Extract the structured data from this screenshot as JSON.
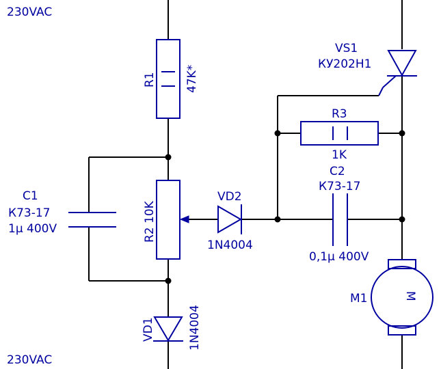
{
  "rails": {
    "top": "230VAC",
    "bottom": "230VAC"
  },
  "r1": {
    "ref": "R1",
    "value": "47K*"
  },
  "r2": {
    "ref": "R2",
    "value": "10K"
  },
  "r3": {
    "ref": "R3",
    "value": "1K"
  },
  "c1": {
    "ref": "C1",
    "type": "К73-17",
    "value": "1µ 400V"
  },
  "c2": {
    "ref": "C2",
    "type": "К73-17",
    "value": "0,1µ 400V"
  },
  "vd1": {
    "ref": "VD1",
    "part": "1N4004"
  },
  "vd2": {
    "ref": "VD2",
    "part": "1N4004"
  },
  "vs1": {
    "ref": "VS1",
    "part": "КУ202Н1"
  },
  "m1": {
    "ref": "M1",
    "symbol": "M"
  }
}
